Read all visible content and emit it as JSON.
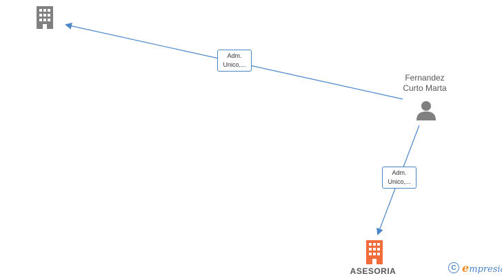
{
  "nodes": {
    "company_top": {
      "icon": "building-icon",
      "color": "#808080"
    },
    "person": {
      "name_line1": "Fernandez",
      "name_line2": "Curto Marta",
      "icon": "person-icon",
      "color": "#808080"
    },
    "company_main": {
      "label": "ASESORIA",
      "icon": "building-icon",
      "color": "#f26b3a"
    }
  },
  "edges": [
    {
      "from": "person",
      "to": "company_top",
      "label_line1": "Adm.",
      "label_line2": "Unico,..."
    },
    {
      "from": "person",
      "to": "company_main",
      "label_line1": "Adm.",
      "label_line2": "Unico,..."
    }
  ],
  "colors": {
    "edge": "#4a86c8",
    "accent": "#f26b3a"
  },
  "brand": {
    "copyright_symbol": "C",
    "name_first": "e",
    "name_rest": "mpresia"
  }
}
